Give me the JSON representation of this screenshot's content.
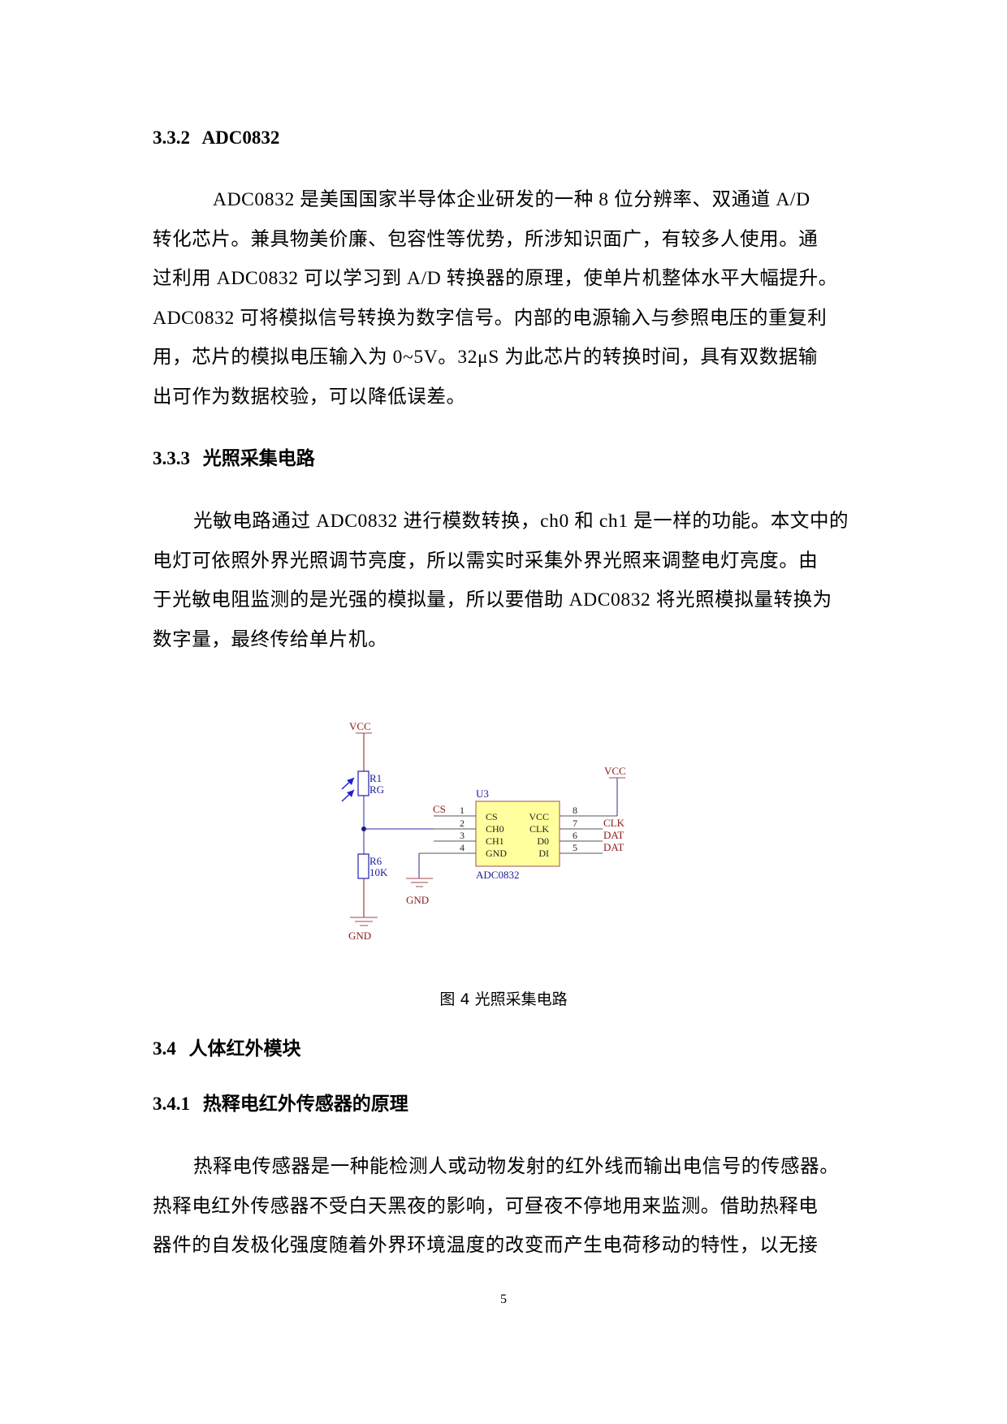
{
  "sections": {
    "s332": {
      "number": "3.3.2",
      "title": "ADC0832"
    },
    "s333": {
      "number": "3.3.3",
      "title": "光照采集电路"
    },
    "s34": {
      "number": "3.4",
      "title": "人体红外模块"
    },
    "s341": {
      "number": "3.4.1",
      "title": "热释电红外传感器的原理"
    }
  },
  "paragraphs": {
    "p1": [
      "ADC0832 是美国国家半导体企业研发的一种 8 位分辨率、双通道 A/D",
      "转化芯片。兼具物美价廉、包容性等优势，所涉知识面广，有较多人使用。通",
      "过利用 ADC0832 可以学习到 A/D 转换器的原理，使单片机整体水平大幅提升。",
      "ADC0832 可将模拟信号转换为数字信号。内部的电源输入与参照电压的重复利",
      "用，芯片的模拟电压输入为 0~5V。32μS 为此芯片的转换时间，具有双数据输",
      "出可作为数据校验，可以降低误差。"
    ],
    "p2": [
      "光敏电路通过 ADC0832 进行模数转换，ch0 和 ch1 是一样的功能。本文中的",
      "电灯可依照外界光照调节亮度，所以需实时采集外界光照来调整电灯亮度。由",
      "于光敏电阻监测的是光强的模拟量，所以要借助 ADC0832 将光照模拟量转换为",
      "数字量，最终传给单片机。"
    ],
    "p3": [
      "热释电传感器是一种能检测人或动物发射的红外线而输出电信号的传感器。",
      "热释电红外传感器不受白天黑夜的影响，可昼夜不停地用来监测。借助热释电",
      "器件的自发极化强度随着外界环境温度的改变而产生电荷移动的特性，以无接"
    ]
  },
  "figure": {
    "caption": "图 4 光照采集电路",
    "schematic": {
      "power_left": "VCC",
      "power_right": "VCC",
      "gnd_left": "GND",
      "gnd_mid": "GND",
      "r1": {
        "ref": "R1",
        "value": "RG"
      },
      "r6": {
        "ref": "R6",
        "value": "10K"
      },
      "chip": {
        "ref": "U3",
        "part": "ADC0832"
      },
      "pins_left": [
        {
          "num": "1",
          "name": "CS"
        },
        {
          "num": "2",
          "name": "CH0"
        },
        {
          "num": "3",
          "name": "CH1"
        },
        {
          "num": "4",
          "name": "GND"
        }
      ],
      "pins_right": [
        {
          "num": "8",
          "name": "VCC"
        },
        {
          "num": "7",
          "name": "CLK"
        },
        {
          "num": "6",
          "name": "D0"
        },
        {
          "num": "5",
          "name": "DI"
        }
      ],
      "net_cs": "CS",
      "net_clk": "CLK",
      "net_dat1": "DAT",
      "net_dat2": "DAT"
    },
    "colors": {
      "net_label": "#8b1a1a",
      "component": "#1a1a9b",
      "chip_fill": "#ffff9e",
      "chip_border": "#a05050"
    }
  },
  "footer": {
    "page_number": "5"
  }
}
